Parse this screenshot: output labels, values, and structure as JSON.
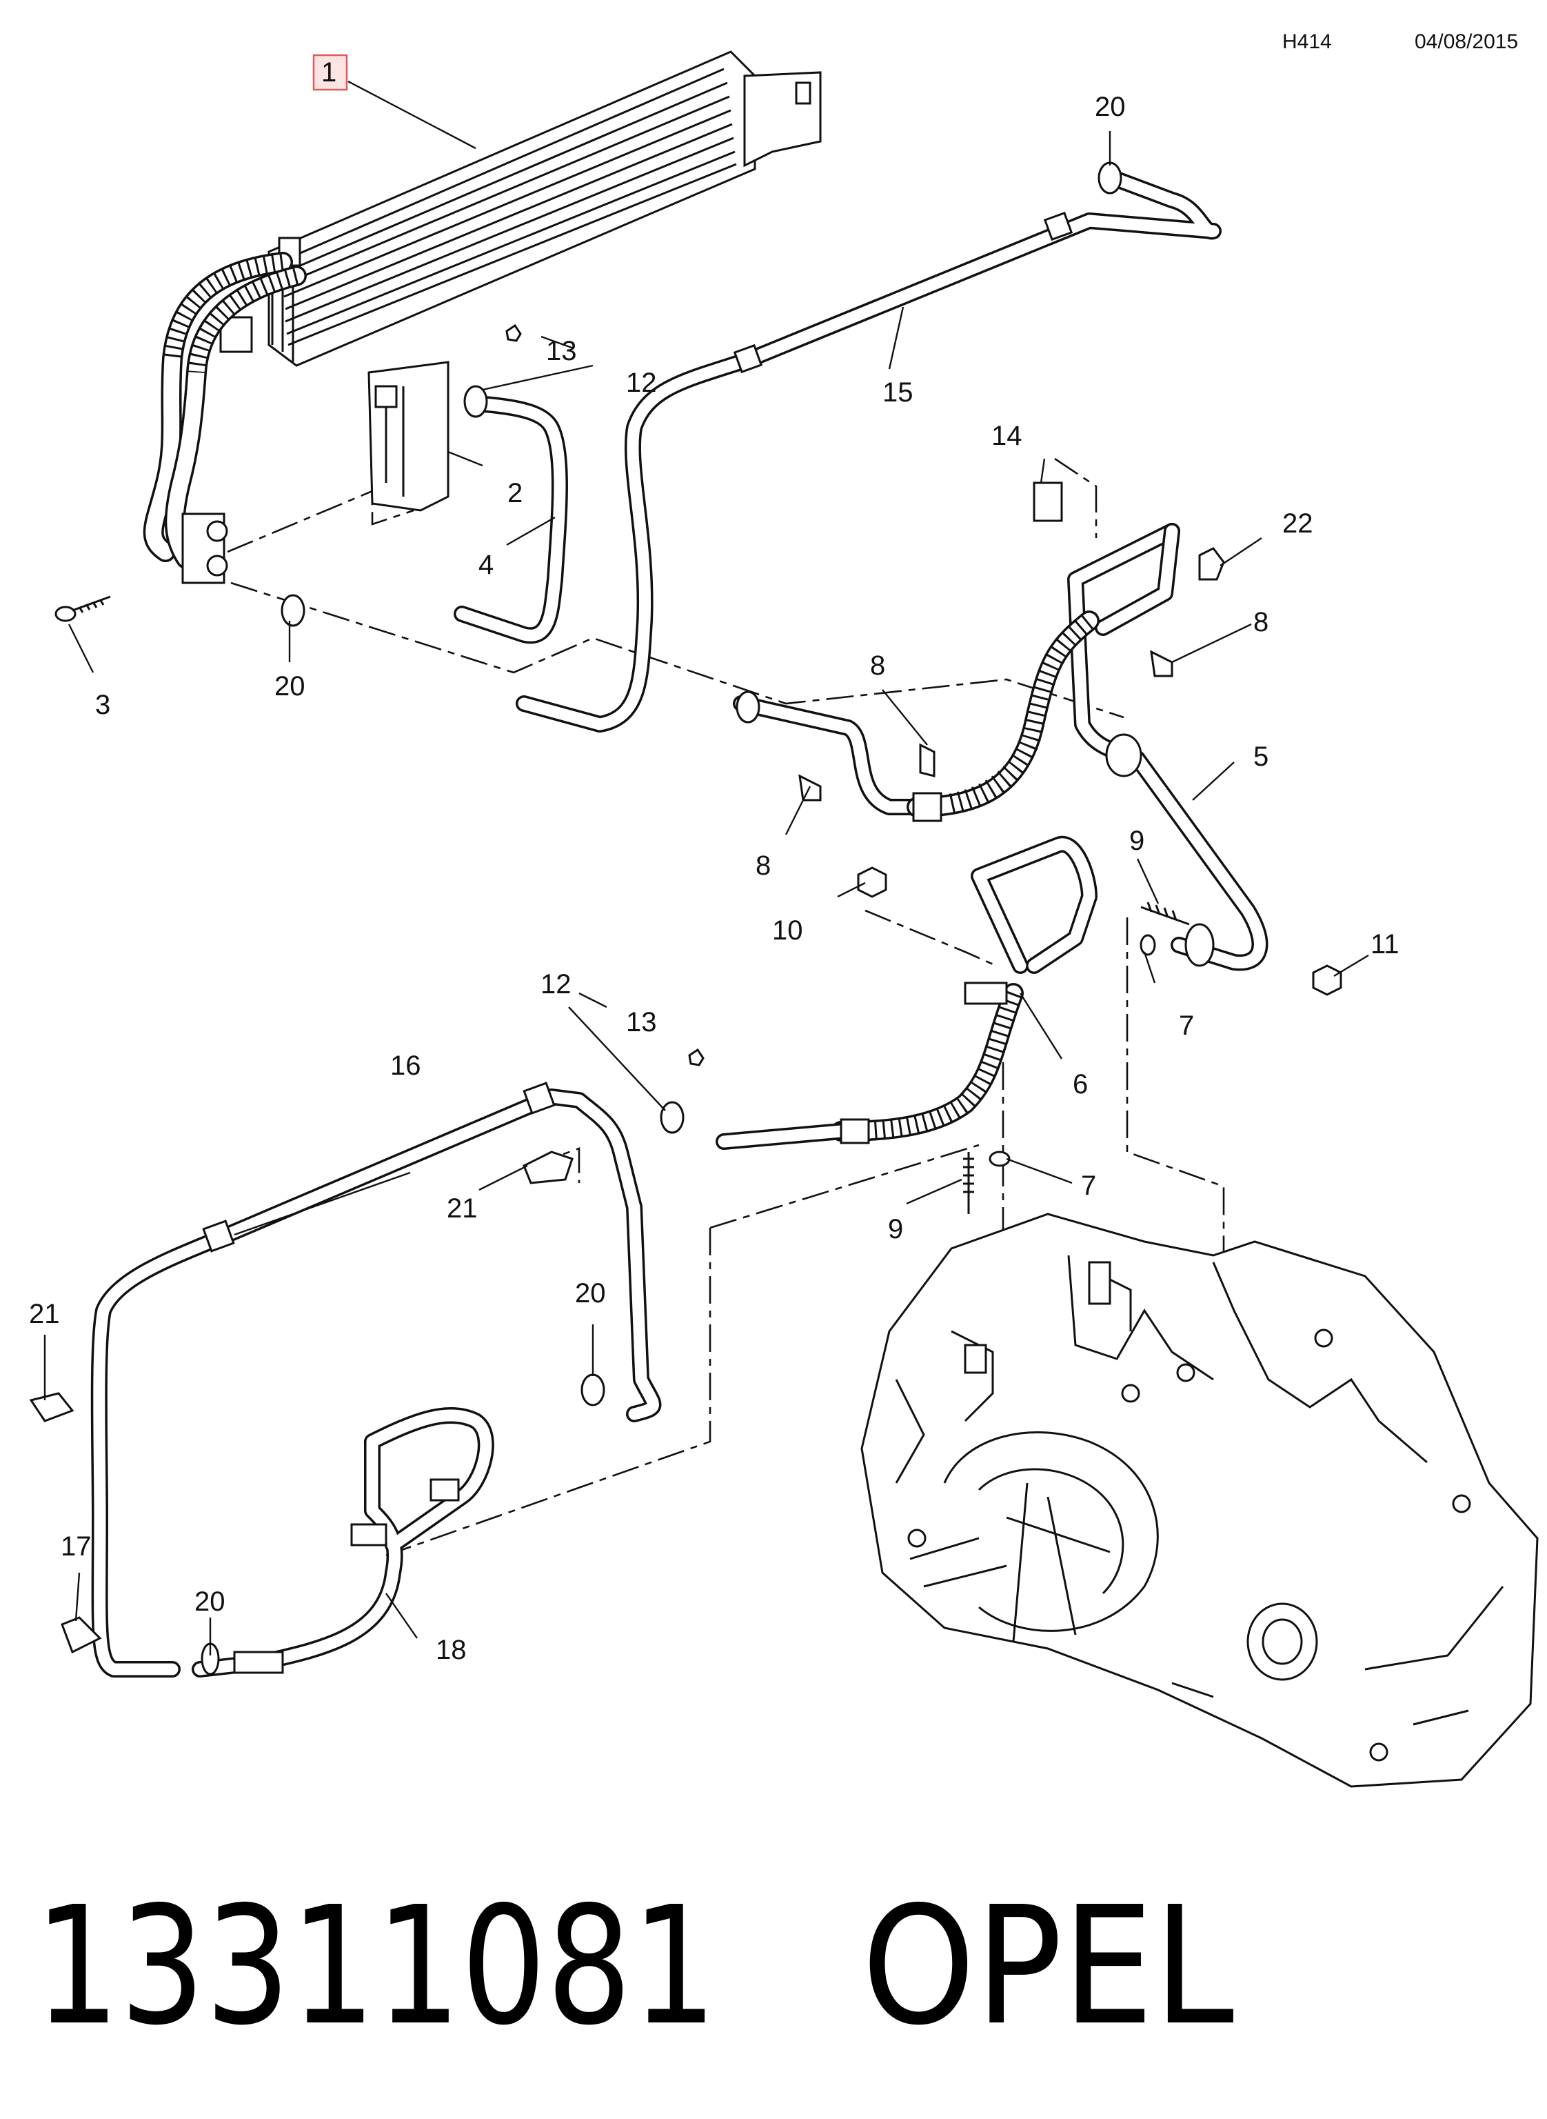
{
  "header": {
    "code": "H414",
    "date": "04/08/2015"
  },
  "callouts": {
    "c1": "1",
    "c2": "2",
    "c3": "3",
    "c4": "4",
    "c5": "5",
    "c6": "6",
    "c7a": "7",
    "c7b": "7",
    "c8a": "8",
    "c8b": "8",
    "c8c": "8",
    "c9a": "9",
    "c9b": "9",
    "c10": "10",
    "c11": "11",
    "c12a": "12",
    "c12b": "12",
    "c13a": "13",
    "c13b": "13",
    "c14": "14",
    "c15": "15",
    "c16": "16",
    "c17": "17",
    "c18": "18",
    "c20a": "20",
    "c20b": "20",
    "c20c": "20",
    "c20d": "20",
    "c21a": "21",
    "c21b": "21",
    "c22": "22"
  },
  "footer": {
    "part_number": "13311081",
    "brand": "OPEL"
  },
  "colors": {
    "highlight_border": "#e05a5a",
    "highlight_fill": "#fde4e4",
    "line": "#111111"
  }
}
